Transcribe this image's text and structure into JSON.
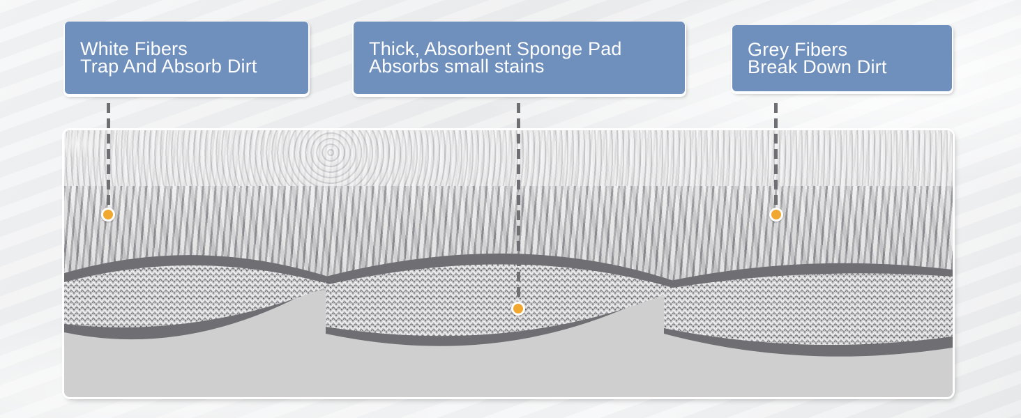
{
  "labels": [
    {
      "id": "white-fibers",
      "line1": "White Fibers",
      "line2": "Trap And Absorb Dirt"
    },
    {
      "id": "sponge-pad",
      "line1": "Thick, Absorbent Sponge Pad",
      "line2": "Absorbs small stains"
    },
    {
      "id": "grey-fibers",
      "line1": "Grey Fibers",
      "line2": "Break Down Dirt"
    }
  ],
  "colors": {
    "label_bg": "#6f8fbd",
    "label_text": "#ffffff",
    "marker": "#f0a830",
    "dash_line": "#6e6e73",
    "layer_border": "#6e6e73",
    "base": "#cfcfcf"
  }
}
